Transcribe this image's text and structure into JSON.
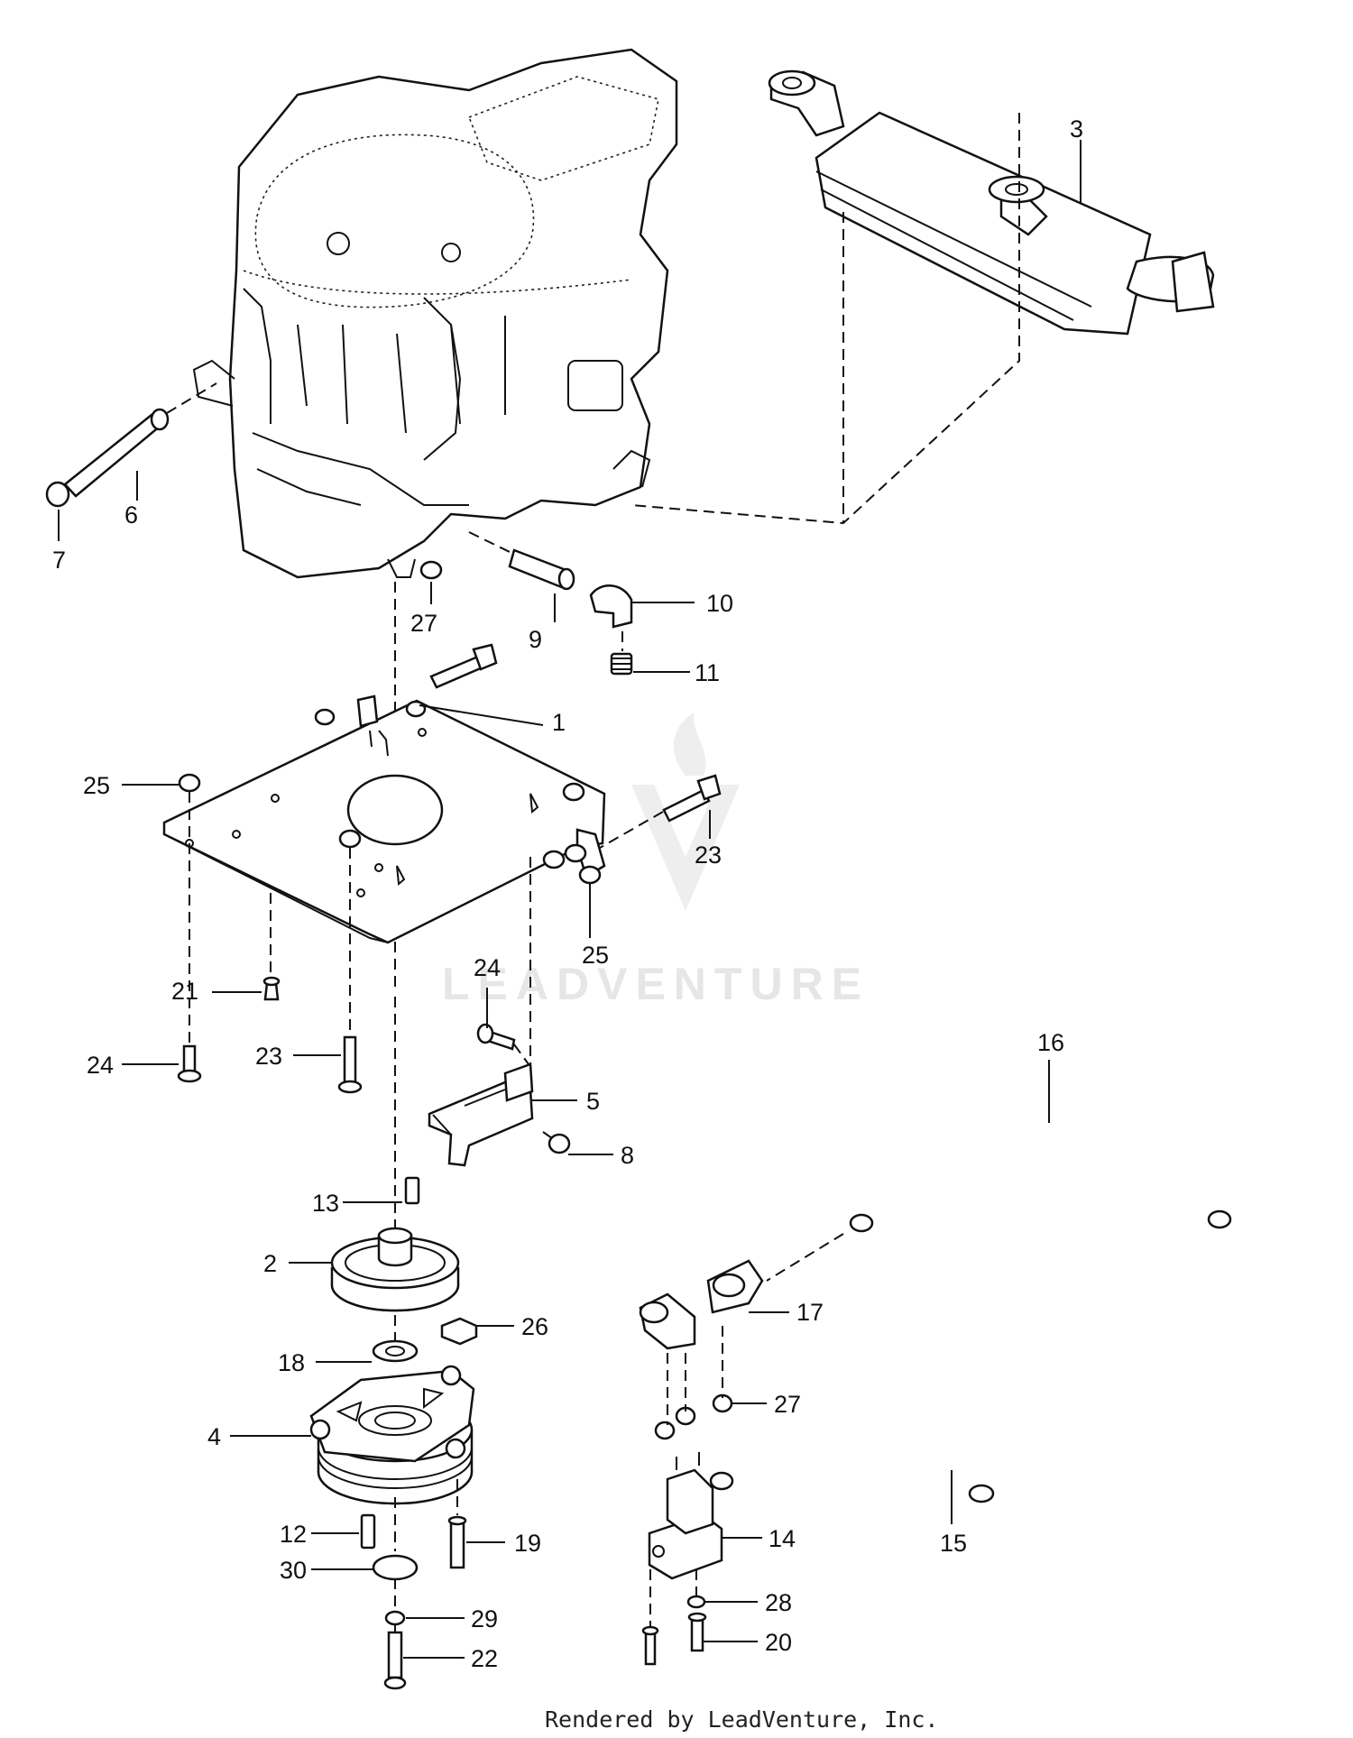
{
  "watermark": "LEADVENTURE",
  "footer": "Rendered by LeadVenture, Inc.",
  "callouts": {
    "c1": "1",
    "c2": "2",
    "c3": "3",
    "c4": "4",
    "c5": "5",
    "c6": "6",
    "c7": "7",
    "c8": "8",
    "c9": "9",
    "c10": "10",
    "c11": "11",
    "c12": "12",
    "c13": "13",
    "c14": "14",
    "c15": "15",
    "c16": "16",
    "c17": "17",
    "c18": "18",
    "c19": "19",
    "c20": "20",
    "c21": "21",
    "c22": "22",
    "c23a": "23",
    "c23b": "23",
    "c24a": "24",
    "c24b": "24",
    "c25a": "25",
    "c25b": "25",
    "c26": "26",
    "c27a": "27",
    "c27b": "27",
    "c28": "28",
    "c29": "29",
    "c30": "30"
  }
}
